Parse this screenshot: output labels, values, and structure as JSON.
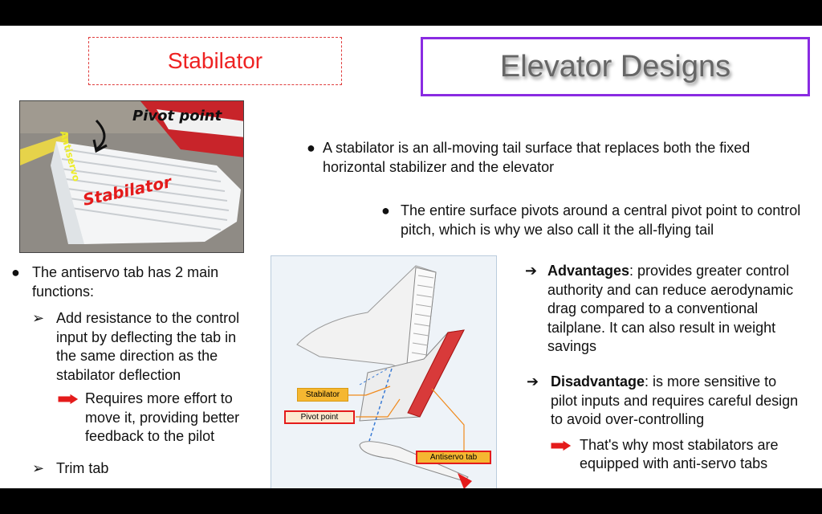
{
  "titles": {
    "left": "Stabilator",
    "right": "Elevator Designs"
  },
  "photo": {
    "pivot_label": "Pivot point",
    "antiservo_label": "Antiservo",
    "stabilator_label": "Stabilator"
  },
  "intro": {
    "bullet1": "A stabilator is an all-moving tail surface that replaces both the fixed horizontal stabilizer and the elevator",
    "bullet2": "The entire surface pivots around a central pivot point to control pitch, which is why we also call it the all-flying tail"
  },
  "antiservo": {
    "heading": "The antiservo tab has 2 main functions:",
    "item1": "Add resistance to the control input by deflecting the tab in the same direction as the stabilator deflection",
    "item1_note": "Requires more effort to move it, providing better feedback to the pilot",
    "item2": "Trim tab"
  },
  "diagram": {
    "stabilator": "Stabilator",
    "pivot": "Pivot point",
    "antiservo_tab": "Antiservo tab"
  },
  "right_panel": {
    "adv_title": "Advantages",
    "adv_text": ": provides greater control authority and can reduce aerodynamic drag compared to a conventional tailplane. It can also result in weight savings",
    "dis_title": "Disadvantage",
    "dis_text": ": is more sensitive to pilot inputs and requires careful design to avoid over-controlling",
    "dis_note": "That's why most stabilators are equipped with anti-servo tabs"
  },
  "colors": {
    "title_red": "#ee2222",
    "frame_purple": "#8a2be2",
    "label_orange": "#f5b731"
  }
}
